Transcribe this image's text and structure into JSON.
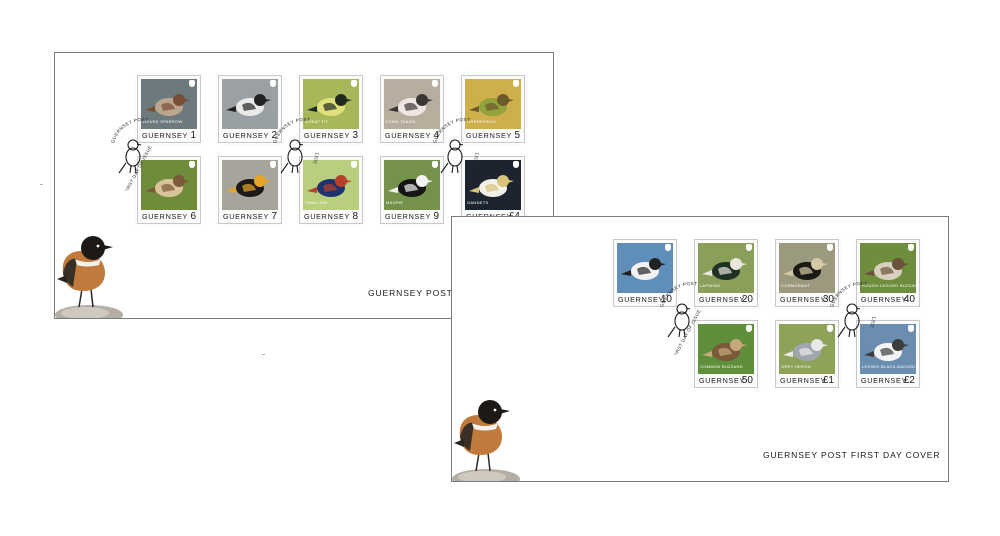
{
  "covers": [
    {
      "title": "GUERNSEY POST FIRST DAY COVER",
      "postmark": {
        "top_text": "GUERNSEY POST",
        "left_text": "FIRST DAY OF ISSUE",
        "right_text": "2021"
      },
      "stamps": [
        {
          "country": "GUERNSEY",
          "value": "1",
          "name": "HOUSE SPARROW",
          "colors": [
            "#6d7a7d",
            "#b9a68c",
            "#7a4e34"
          ]
        },
        {
          "country": "GUERNSEY",
          "value": "2",
          "name": "",
          "colors": [
            "#9aa0a3",
            "#e9e9e9",
            "#222222"
          ]
        },
        {
          "country": "GUERNSEY",
          "value": "3",
          "name": "GREAT TIT",
          "colors": [
            "#a7b85a",
            "#dfe07a",
            "#1f2a20"
          ]
        },
        {
          "country": "GUERNSEY",
          "value": "4",
          "name": "LONG-TAILED",
          "colors": [
            "#b8ae9f",
            "#efe6e3",
            "#3b3535"
          ]
        },
        {
          "country": "GUERNSEY",
          "value": "5",
          "name": "GREENFINCH",
          "colors": [
            "#cfae4c",
            "#93a23b",
            "#6a5a2c"
          ]
        },
        {
          "country": "GUERNSEY",
          "value": "6",
          "name": "",
          "colors": [
            "#6f8c3a",
            "#d9c49a",
            "#7a5a3a"
          ]
        },
        {
          "country": "GUERNSEY",
          "value": "7",
          "name": "",
          "colors": [
            "#a7a49b",
            "#1c1a18",
            "#e4a52a"
          ]
        },
        {
          "country": "GUERNSEY",
          "value": "8",
          "name": "SWALLOW",
          "colors": [
            "#b9cf7d",
            "#1d3370",
            "#b7402c"
          ]
        },
        {
          "country": "GUERNSEY",
          "value": "9",
          "name": "MAGPIE",
          "colors": [
            "#74924b",
            "#151515",
            "#f2f2f2"
          ]
        },
        {
          "country": "GUERNSEY",
          "value": "£4",
          "name": "GANNETS",
          "colors": [
            "#1d2430",
            "#f3f0e6",
            "#d9c27a"
          ]
        }
      ]
    },
    {
      "title": "GUERNSEY POST FIRST DAY COVER",
      "postmark": {
        "top_text": "GUERNSEY POST",
        "left_text": "FIRST DAY OF ISSUE",
        "right_text": "2021"
      },
      "stamps": [
        {
          "country": "GUERNSEY",
          "value": "10",
          "name": "",
          "colors": [
            "#5f8fb8",
            "#f2f2f2",
            "#222222"
          ]
        },
        {
          "country": "GUERNSEY",
          "value": "20",
          "name": "LAPWING",
          "colors": [
            "#8aa05a",
            "#1e3024",
            "#e9e6dc"
          ]
        },
        {
          "country": "GUERNSEY",
          "value": "30",
          "name": "CORMORANT",
          "colors": [
            "#9c9a7e",
            "#1b1a17",
            "#d4c9a5"
          ]
        },
        {
          "country": "GUERNSEY",
          "value": "40",
          "name": "ROUGH-LEGGED BUZZARD",
          "colors": [
            "#6f8e3d",
            "#d8cfc0",
            "#6a523c"
          ]
        },
        {
          "country": "GUERNSEY",
          "value": "50",
          "name": "COMMON BUZZARD",
          "colors": [
            "#5f8f3a",
            "#7a5a3a",
            "#c8a878"
          ]
        },
        {
          "country": "GUERNSEY",
          "value": "£1",
          "name": "GREY HERON",
          "colors": [
            "#8fa25a",
            "#a0a6ad",
            "#e9e9e9"
          ]
        },
        {
          "country": "GUERNSEY",
          "value": "£2",
          "name": "LESSER BLACK-BACKED",
          "colors": [
            "#6a8db0",
            "#f4f4f4",
            "#3c3c3c"
          ]
        }
      ]
    }
  ]
}
